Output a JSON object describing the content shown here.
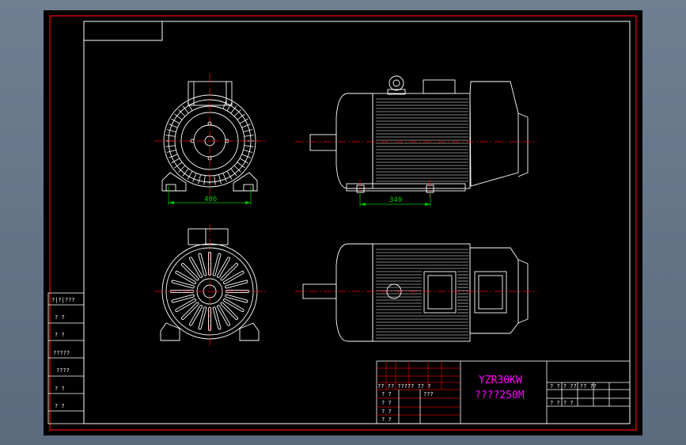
{
  "drawing": {
    "title_line1": "YZR30KW",
    "title_line2": "????250M",
    "dimensions": {
      "front_width": "406",
      "side_width": "349"
    },
    "left_margin_labels": [
      "?|?|???",
      "?   ?",
      "?   ?",
      "?????",
      "????",
      "?   ?",
      "?   ?"
    ],
    "title_block": {
      "header_left": "?? ?? ?????   ?? ?",
      "mid_col_header": "???",
      "row_marks": [
        "? ?",
        "? ?",
        "? ?",
        "? ?"
      ],
      "right_header": "?   ?   ?   ??  ??  ??",
      "right_row": "?          ?          ?          ?"
    },
    "colors": {
      "background": "#000000",
      "frame": "#cc0000",
      "border": "#ffffff",
      "centerline": "#ff0000",
      "dimension": "#00cc00",
      "title_text": "#ff00ff"
    }
  }
}
